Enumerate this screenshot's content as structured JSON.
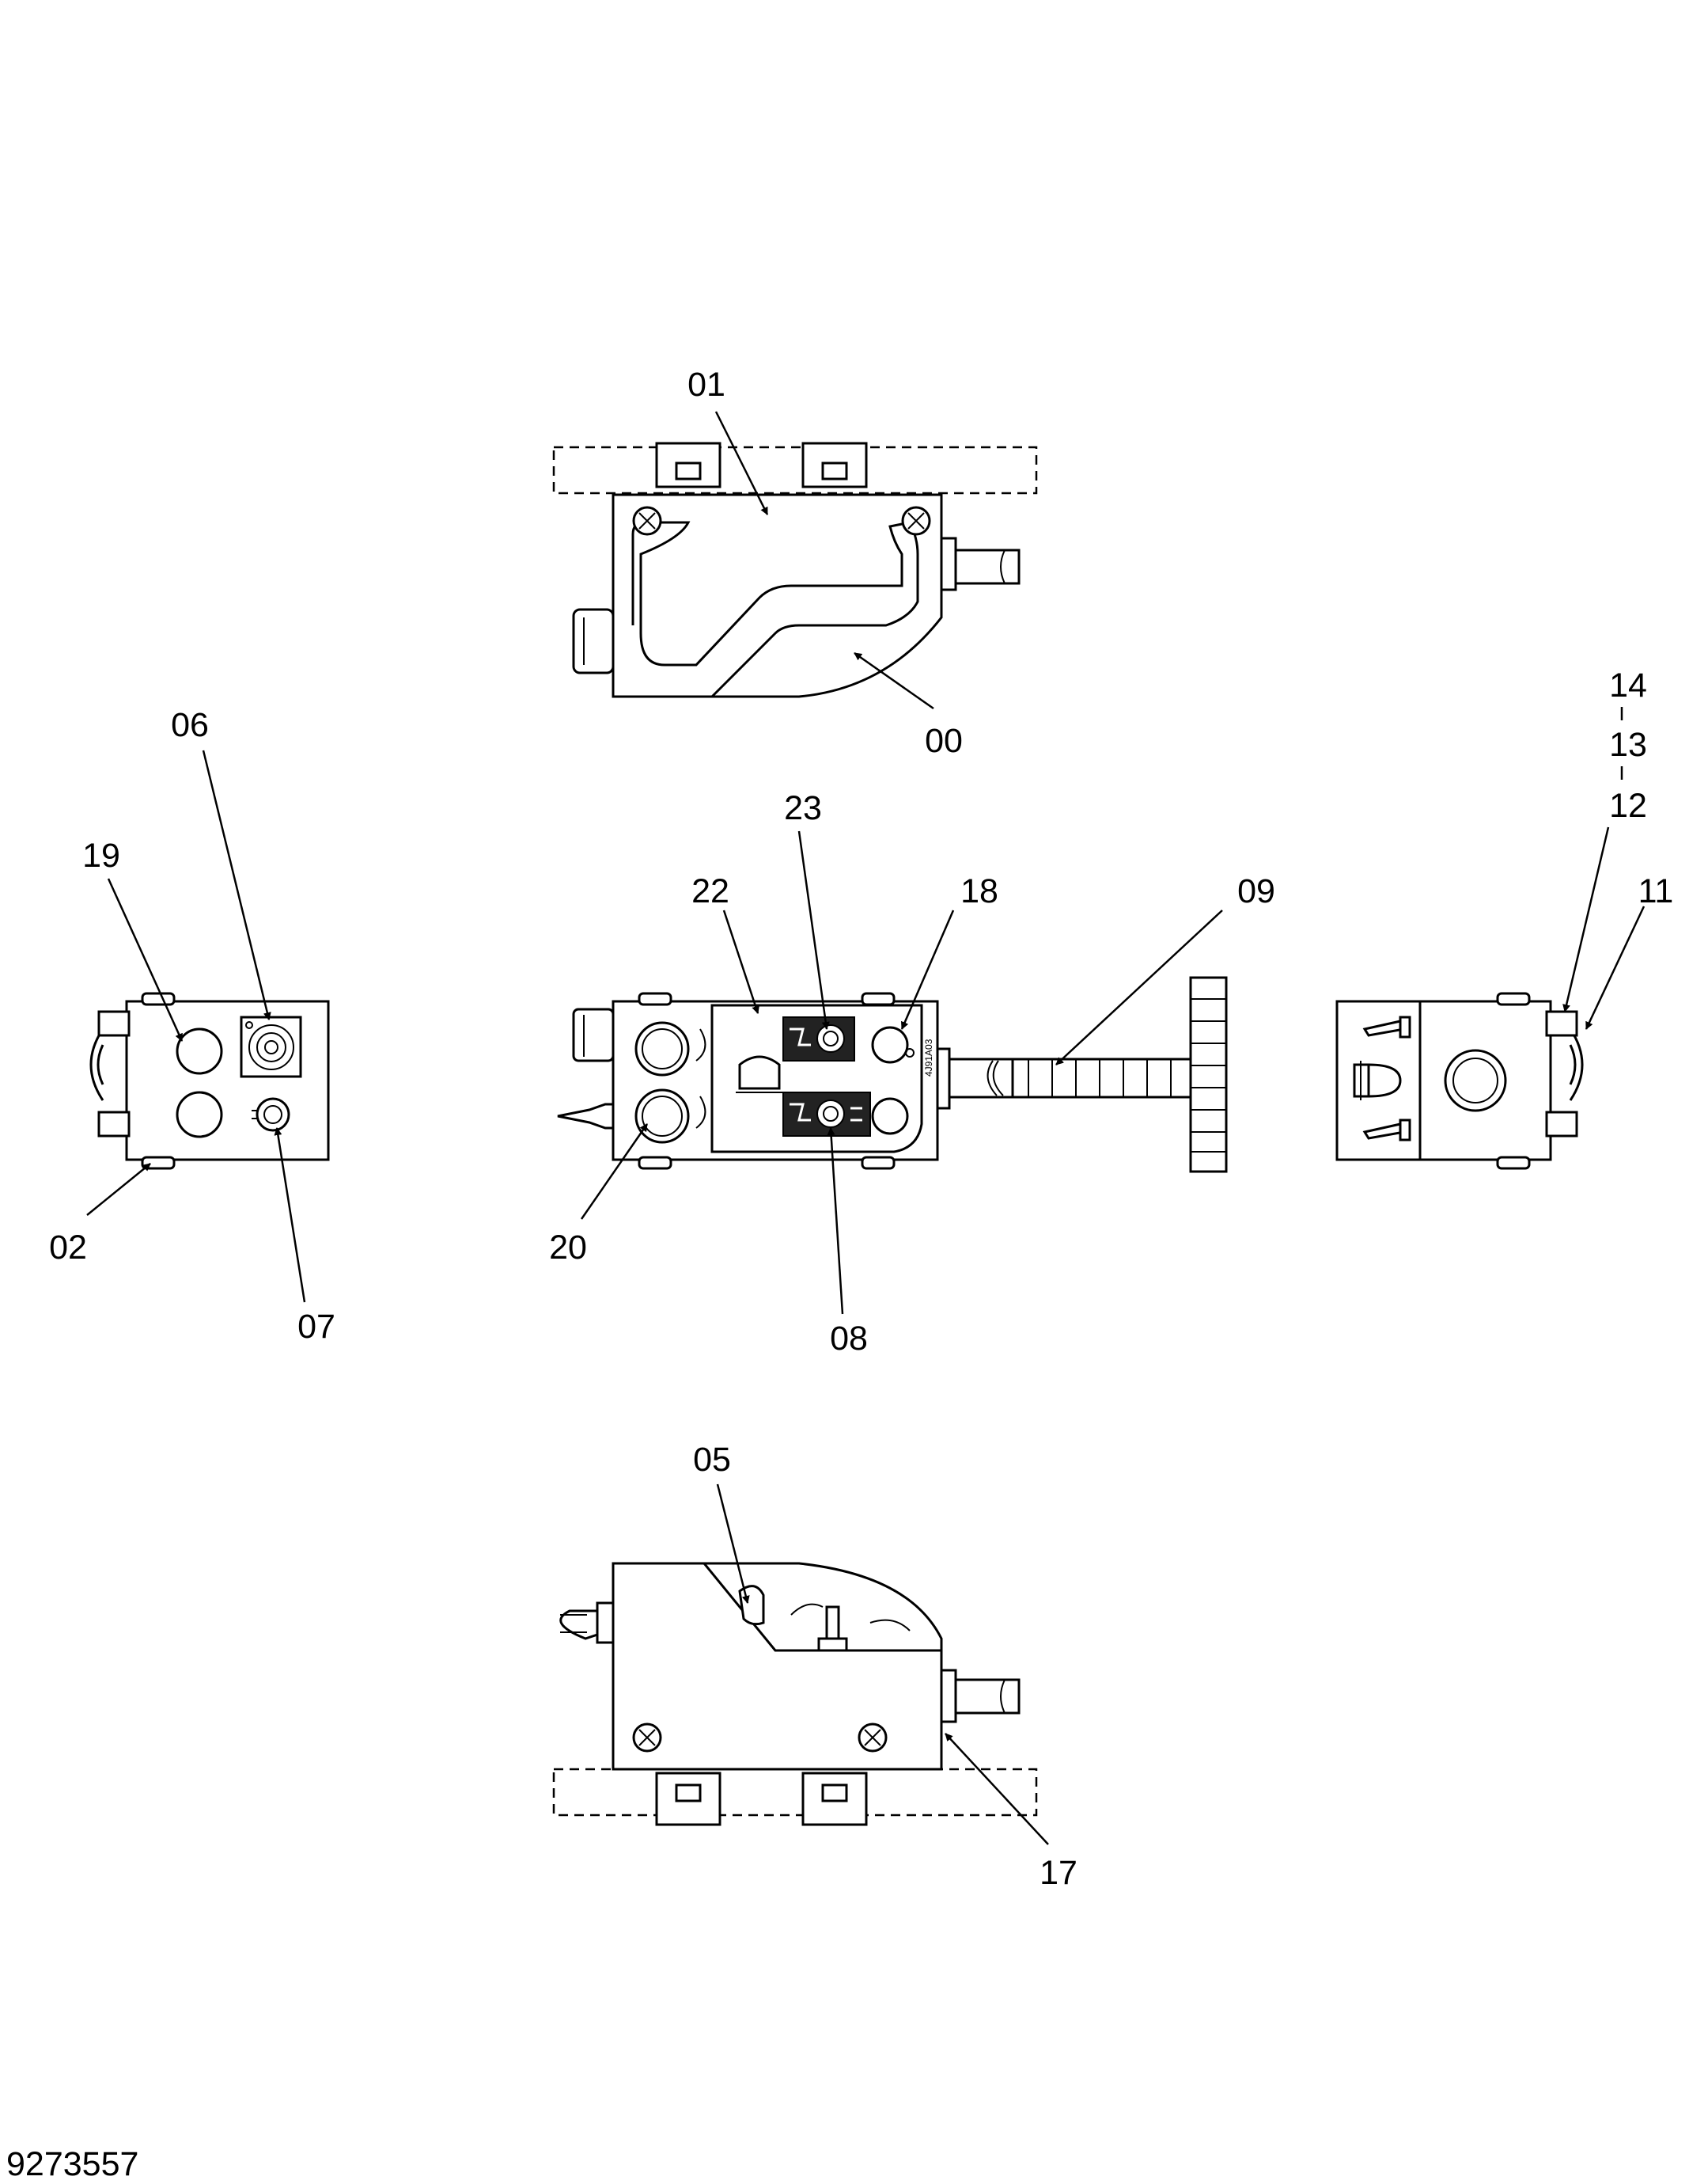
{
  "drawing_number": "9273557",
  "callouts": {
    "c01": "01",
    "c00": "00",
    "c06": "06",
    "c19": "19",
    "c02": "02",
    "c07": "07",
    "c22": "22",
    "c23": "23",
    "c18": "18",
    "c09": "09",
    "c20": "20",
    "c08": "08",
    "c14": "14",
    "c13": "13",
    "c12": "12",
    "c11": "11",
    "c05": "05",
    "c17": "17"
  },
  "panel_label": "4J91A03"
}
